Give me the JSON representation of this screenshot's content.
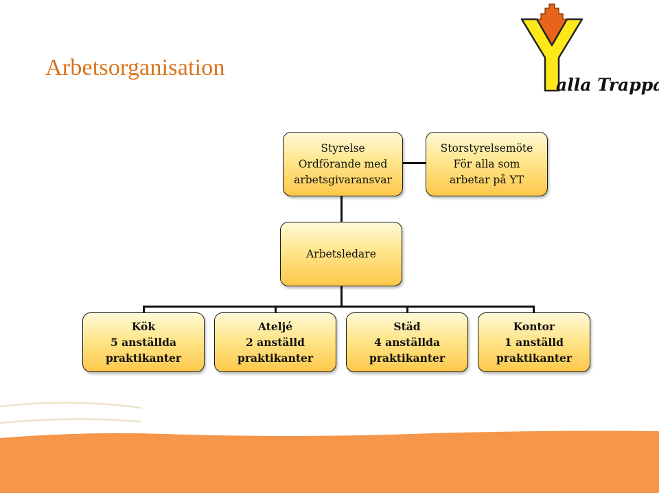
{
  "title": "Arbetsorganisation",
  "logo": {
    "text": "alla Trappan"
  },
  "nodes": {
    "styrelse": [
      "Styrelse",
      "Ordförande med",
      "arbetsgivaransvar"
    ],
    "storstyrelse": [
      "Storstyrelsemöte",
      "För alla som",
      "arbetar på YT"
    ],
    "arbetsledare": [
      "Arbetsledare"
    ],
    "kok": [
      "Kök",
      "5 anställda",
      "praktikanter"
    ],
    "atelje": [
      "Ateljé",
      "2 anställd",
      "praktikanter"
    ],
    "stad": [
      "Städ",
      "4 anställda",
      "praktikanter"
    ],
    "kontor": [
      "Kontor",
      "1 anställd",
      "praktikanter"
    ]
  },
  "colors": {
    "title": "#d9731a",
    "box_top": "#fff9d8",
    "box_bottom": "#fdc84a",
    "footer": "#f5964a",
    "logo_yellow": "#ffe81a",
    "logo_orange": "#e8641a"
  }
}
